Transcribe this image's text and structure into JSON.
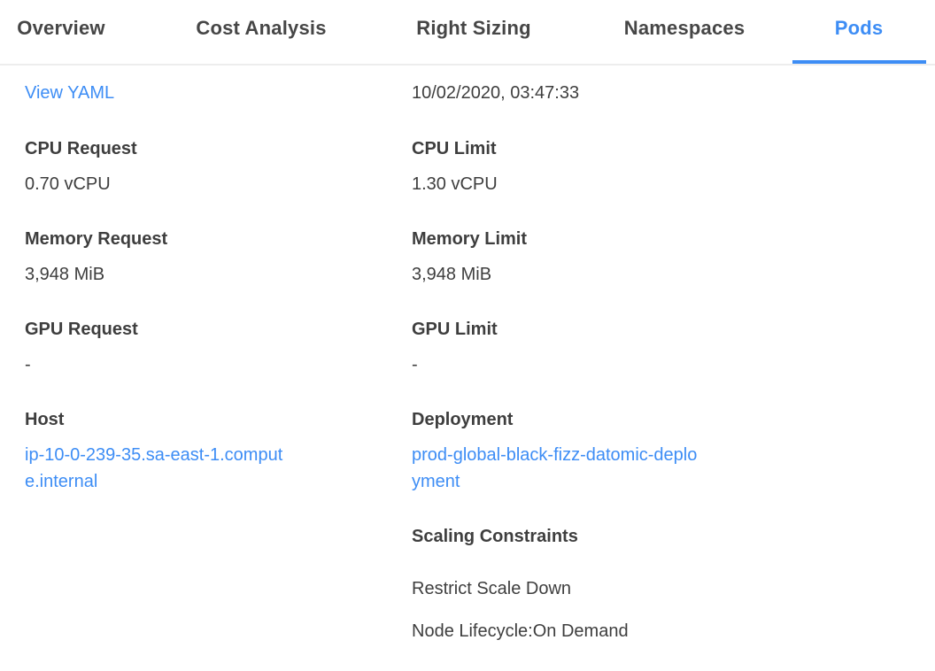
{
  "colors": {
    "accent_blue": "#3d8df5",
    "text_dark": "#3e3e3e",
    "tab_text": "#464646",
    "divider": "#ededed",
    "background": "#ffffff"
  },
  "tabs": {
    "items": [
      {
        "label": "Overview",
        "active": false
      },
      {
        "label": "Cost Analysis",
        "active": false
      },
      {
        "label": "Right Sizing",
        "active": false
      },
      {
        "label": "Namespaces",
        "active": false
      },
      {
        "label": "Pods",
        "active": true
      }
    ],
    "active_tab": "Pods"
  },
  "pod_details": {
    "view_yaml_label": "View YAML",
    "timestamp": "10/02/2020, 03:47:33",
    "fields": [
      {
        "label": "CPU Request",
        "value": "0.70 vCPU"
      },
      {
        "label": "CPU Limit",
        "value": "1.30 vCPU"
      },
      {
        "label": "Memory Request",
        "value": "3,948 MiB"
      },
      {
        "label": "Memory Limit",
        "value": "3,948 MiB"
      },
      {
        "label": "GPU Request",
        "value": "-"
      },
      {
        "label": "GPU Limit",
        "value": "-"
      },
      {
        "label": "Host",
        "value": "ip-10-0-239-35.sa-east-1.compute.internal"
      },
      {
        "label": "Deployment",
        "value": "prod-global-black-fizz-datomic-deployment"
      }
    ],
    "scaling_constraints": {
      "title": "Scaling Constraints",
      "items": [
        "Restrict Scale Down",
        "Node Lifecycle:On Demand"
      ]
    }
  }
}
